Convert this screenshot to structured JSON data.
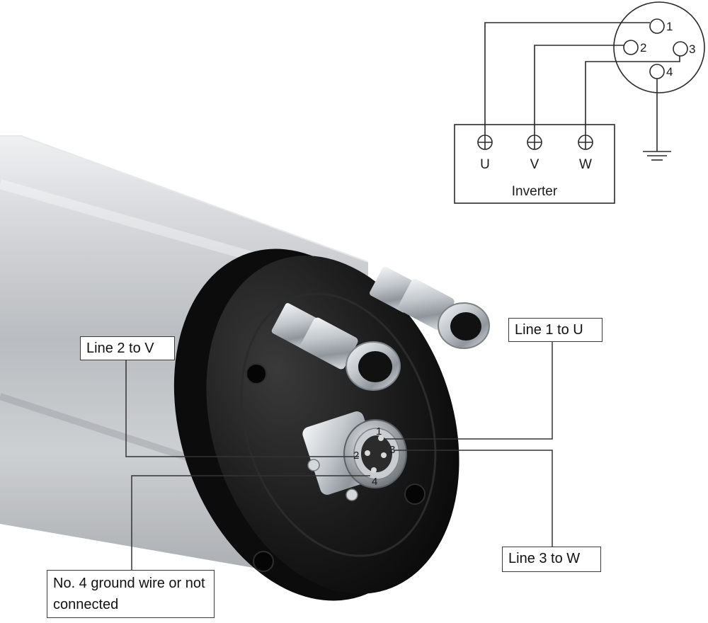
{
  "wiring_diagram": {
    "socket_pins": [
      "1",
      "2",
      "3",
      "4"
    ],
    "inverter": {
      "label": "Inverter",
      "terminals": [
        "U",
        "V",
        "W"
      ]
    },
    "ground_symbol": "ground-icon"
  },
  "connector_pins": [
    "1",
    "2",
    "3",
    "4"
  ],
  "callouts": {
    "line2": "Line 2 to V",
    "line1": "Line 1 to U",
    "line3": "Line 3 to W",
    "ground": "No. 4 ground wire or not connected"
  },
  "colors": {
    "spindle_body": "#c9cbcd",
    "end_cap": "#151515",
    "fitting": "#cfd3d8",
    "line": "#333333"
  }
}
